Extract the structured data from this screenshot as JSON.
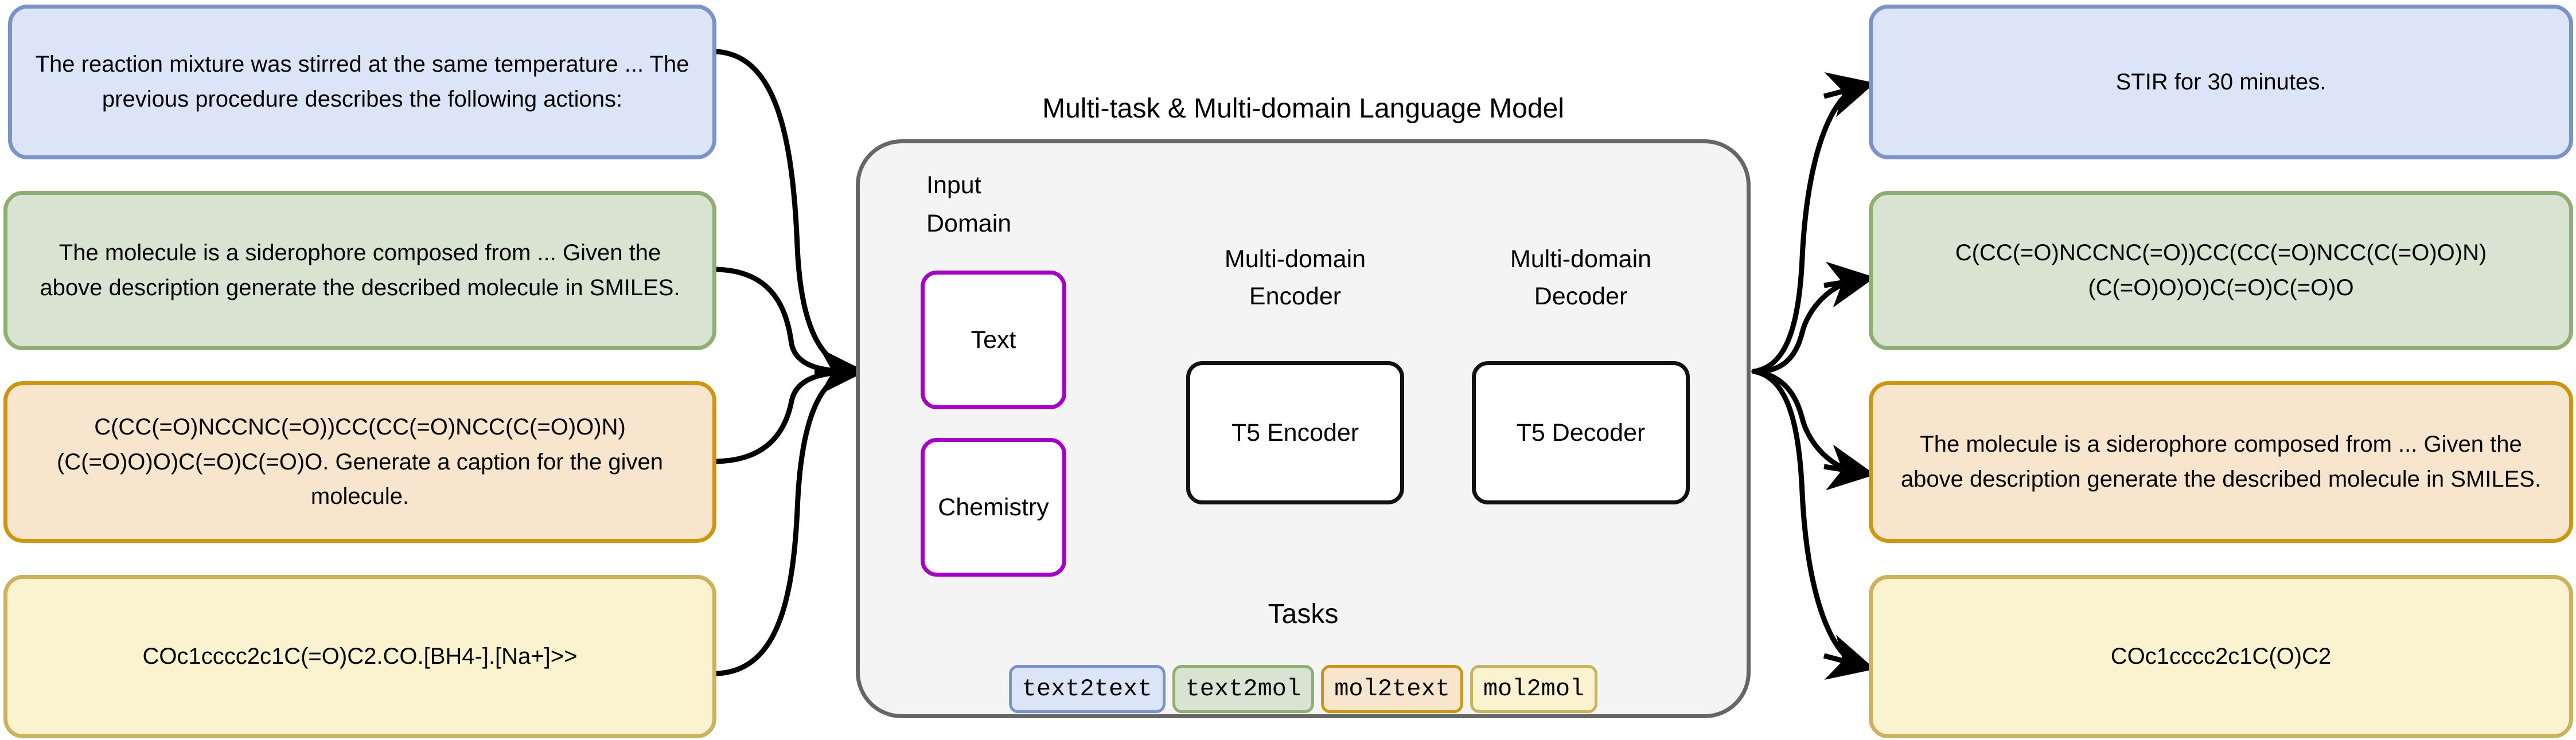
{
  "figure": {
    "model_title": "Multi-task & Multi-domain Language Model",
    "tasks_title": "Tasks"
  },
  "model": {
    "input_domain_label": "Input\nDomain",
    "domains": [
      {
        "name": "text",
        "label": "Text"
      },
      {
        "name": "chemistry",
        "label": "Chemistry"
      }
    ],
    "encoder": {
      "caption": "Multi-domain\nEncoder",
      "box_label": "T5 Encoder"
    },
    "decoder": {
      "caption": "Multi-domain\nDecoder",
      "box_label": "T5 Decoder"
    }
  },
  "inputs": [
    {
      "name": "text2text-input",
      "color": "blue",
      "text": "The reaction mixture was stirred at the same temperature ...  The previous procedure describes the following actions:"
    },
    {
      "name": "text2mol-input",
      "color": "green",
      "text": "The molecule is a siderophore composed from ... Given the above description generate the described molecule in SMILES."
    },
    {
      "name": "mol2text-input",
      "color": "orange",
      "text": "C(CC(=O)NCCNC(=O))CC(CC(=O)NCC(C(=O)O)N)(C(=O)O)O)C(=O)C(=O)O. Generate a caption for the given molecule."
    },
    {
      "name": "mol2mol-input",
      "color": "yellow",
      "text": "COc1cccc2c1C(=O)C2.CO.[BH4-].[Na+]>>"
    }
  ],
  "outputs": [
    {
      "name": "text2text-output",
      "color": "blue",
      "text": "STIR for 30 minutes."
    },
    {
      "name": "text2mol-output",
      "color": "green",
      "text": "C(CC(=O)NCCNC(=O))CC(CC(=O)NCC(C(=O)O)N)(C(=O)O)O)C(=O)C(=O)O"
    },
    {
      "name": "mol2text-output",
      "color": "orange",
      "text": "The molecule is a siderophore composed from ... Given the above description generate the described molecule in SMILES."
    },
    {
      "name": "mol2mol-output",
      "color": "yellow",
      "text": "COc1cccc2c1C(O)C2"
    }
  ],
  "tasks": [
    {
      "name": "text2text",
      "label": "text2text",
      "color": "blue"
    },
    {
      "name": "text2mol",
      "label": "text2mol",
      "color": "green"
    },
    {
      "name": "mol2text",
      "label": "mol2text",
      "color": "orange"
    },
    {
      "name": "mol2mol",
      "label": "mol2mol",
      "color": "yellow"
    }
  ],
  "colors": {
    "blue_fill": "#dce4f7",
    "blue_border": "#7b93c9",
    "green_fill": "#d9e3d2",
    "green_border": "#8faf72",
    "orange_fill": "#f8e5ce",
    "orange_border": "#cd9611",
    "yellow_fill": "#fbf2d0",
    "yellow_border": "#cbb25e",
    "domain_border": "#a400c8",
    "container_fill": "#f4f4f4",
    "container_border": "#666666",
    "edge": "#000000"
  }
}
